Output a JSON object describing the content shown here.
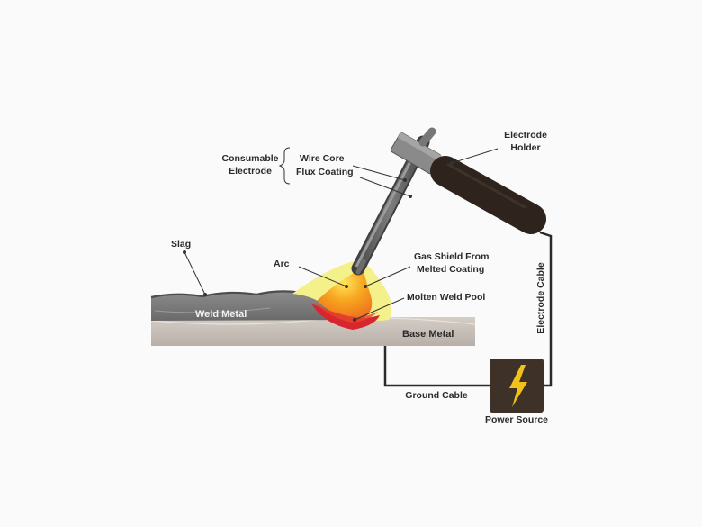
{
  "labels": {
    "consumable_line1": "Consumable",
    "consumable_line2": "Electrode",
    "wire_core": "Wire Core",
    "flux_coating": "Flux Coating",
    "electrode_holder_line1": "Electrode",
    "electrode_holder_line2": "Holder",
    "slag": "Slag",
    "arc": "Arc",
    "gas_shield_line1": "Gas Shield From",
    "gas_shield_line2": "Melted Coating",
    "molten_weld_pool": "Molten Weld Pool",
    "weld_metal": "Weld Metal",
    "base_metal": "Base Metal",
    "electrode_cable": "Electrode Cable",
    "ground_cable": "Ground Cable",
    "power_source": "Power Source"
  },
  "icons": {
    "power_source": "lightning-bolt-icon"
  },
  "colors": {
    "background": "#fafafa",
    "metal_dark": "#7a7a7a",
    "base_metal": "#c9c2bb",
    "gas_shield": "#f4f08a",
    "arc_orange": "#f5821f",
    "arc_yellow": "#ffd23a",
    "weld_pool": "#d8262e",
    "holder": "#2e241d",
    "power_box": "#3d3128",
    "bolt": "#f2c21b",
    "text": "#2b2b2b"
  }
}
